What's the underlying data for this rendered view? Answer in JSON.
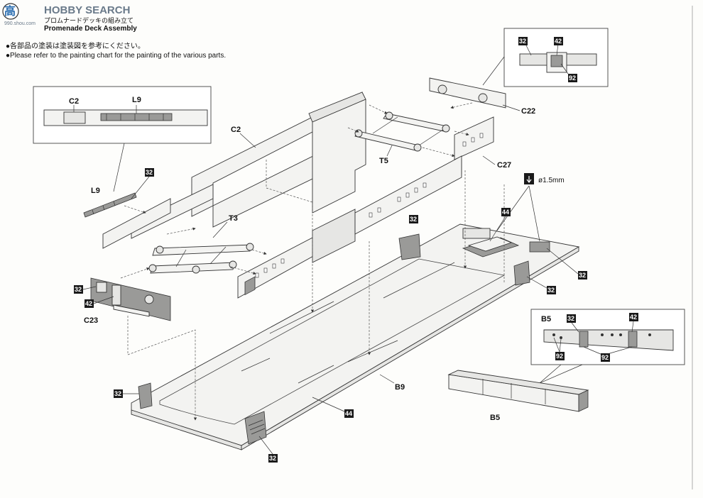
{
  "header": {
    "watermark": "HOBBY SEARCH",
    "watermark_sub": "990.shou.com",
    "logo_char": "高",
    "step_jp": "プロムナードデッキの組み立て",
    "step_en": "Promenade Deck Assembly"
  },
  "instructions": {
    "jp": "●各部品の塗装は塗装図を参考にください。",
    "en": "●Please refer to the painting chart for the painting of the various parts."
  },
  "parts": {
    "c2": "C2",
    "l9": "L9",
    "c22": "C22",
    "t5": "T5",
    "c27": "C27",
    "t3": "T3",
    "c23": "C23",
    "b9": "B9",
    "b5": "B5"
  },
  "drill": {
    "label": "ø1.5mm"
  },
  "color_tags": {
    "c32": "32",
    "c42": "42",
    "c92": "92",
    "c44": "44"
  },
  "colors": {
    "tag_bg": "#1a1a1a",
    "part_fill": "#f3f3f1",
    "part_shade": "#9a9a98",
    "watermark": "#6a7a8a",
    "logo": "#2a6db0"
  }
}
